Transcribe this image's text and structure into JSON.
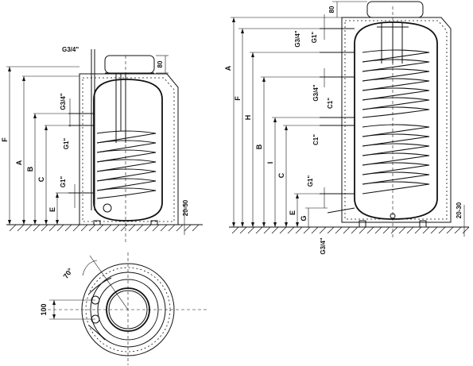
{
  "left_view": {
    "height_labels": [
      "F",
      "A",
      "B",
      "C",
      "E"
    ],
    "connection_labels": [
      "G3/4\"",
      "G3/4\"",
      "G1\"",
      "G1\""
    ],
    "dimension_labels": [
      "80",
      "20-50"
    ]
  },
  "right_view": {
    "height_labels": [
      "A",
      "F",
      "H",
      "B",
      "I",
      "C",
      "E",
      "G"
    ],
    "connection_labels": [
      "G3/4\"",
      "G1\"",
      "G3/4\"",
      "C1\"",
      "C1\"",
      "G1\"",
      "G3/4\""
    ],
    "dimension_labels": [
      "80",
      "20-30"
    ]
  },
  "top_view": {
    "angle_label": "70°",
    "spacing_label": "100"
  }
}
